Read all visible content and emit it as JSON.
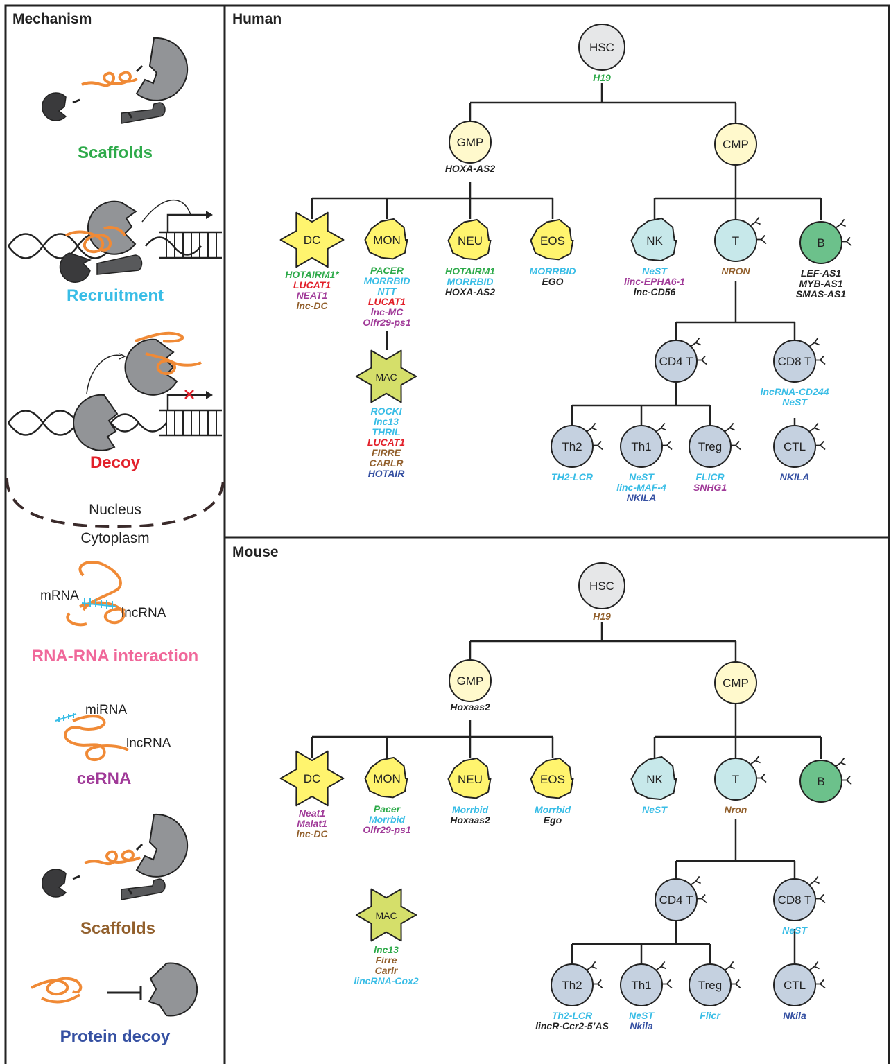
{
  "mechanism": {
    "title": "Mechanism",
    "items": [
      {
        "label": "Scaffolds",
        "color": "#2eaa4a"
      },
      {
        "label": "Recruitment",
        "color": "#39bde6"
      },
      {
        "label": "Decoy",
        "color": "#e2202a"
      },
      {
        "label": "RNA-RNA interaction",
        "color": "#f0689a"
      },
      {
        "label": "ceRNA",
        "color": "#a03a98"
      },
      {
        "label": "Scaffolds",
        "color": "#92602d"
      },
      {
        "label": "Protein decoy",
        "color": "#3550a2"
      }
    ],
    "nucleus": "Nucleus",
    "cytoplasm": "Cytoplasm",
    "mrna_label": "mRNA",
    "lncrna_label": "lncRNA",
    "mirna_label": "miRNA",
    "lncrna_label2": "lncRNA"
  },
  "colors": {
    "scaffolds": "#2eaa4a",
    "recruitment": "#39bde6",
    "decoy": "#e2202a",
    "rna_rna": "#f0689a",
    "cerna": "#a03a98",
    "scaffolds_cyto": "#92602d",
    "protein_decoy": "#3550a2",
    "black": "#222222",
    "orange_rna": "#f08a36"
  },
  "human": {
    "title": "Human",
    "cells": {
      "hsc": {
        "label": "HSC",
        "genes": [
          {
            "t": "H19",
            "c": "scaffolds"
          }
        ]
      },
      "gmp": {
        "label": "GMP",
        "genes": [
          {
            "t": "HOXA-AS2",
            "c": "black"
          }
        ]
      },
      "cmp": {
        "label": "CMP",
        "genes": []
      },
      "dc": {
        "label": "DC",
        "genes": [
          {
            "t": "HOTAIRM1*",
            "c": "scaffolds"
          },
          {
            "t": "LUCAT1",
            "c": "decoy"
          },
          {
            "t": "NEAT1",
            "c": "cerna"
          },
          {
            "t": "lnc-DC",
            "c": "scaffolds_cyto"
          }
        ]
      },
      "mon": {
        "label": "MON",
        "genes": [
          {
            "t": "PACER",
            "c": "scaffolds"
          },
          {
            "t": "MORRBID",
            "c": "recruitment"
          },
          {
            "t": "NTT",
            "c": "recruitment"
          },
          {
            "t": "LUCAT1",
            "c": "decoy"
          },
          {
            "t": "lnc-MC",
            "c": "cerna"
          },
          {
            "t": "Olfr29-ps1",
            "c": "cerna"
          }
        ]
      },
      "neu": {
        "label": "NEU",
        "genes": [
          {
            "t": "HOTAIRM1",
            "c": "scaffolds"
          },
          {
            "t": "MORRBID",
            "c": "recruitment"
          },
          {
            "t": "HOXA-AS2",
            "c": "black"
          }
        ]
      },
      "eos": {
        "label": "EOS",
        "genes": [
          {
            "t": "MORRBID",
            "c": "recruitment"
          },
          {
            "t": "EGO",
            "c": "black"
          }
        ]
      },
      "nk": {
        "label": "NK",
        "genes": [
          {
            "t": "NeST",
            "c": "recruitment"
          },
          {
            "t": "linc-EPHA6-1",
            "c": "cerna"
          },
          {
            "t": "lnc-CD56",
            "c": "black"
          }
        ]
      },
      "t": {
        "label": "T",
        "genes": [
          {
            "t": "NRON",
            "c": "scaffolds_cyto"
          }
        ]
      },
      "b": {
        "label": "B",
        "genes": [
          {
            "t": "LEF-AS1",
            "c": "black"
          },
          {
            "t": "MYB-AS1",
            "c": "black"
          },
          {
            "t": "SMAS-AS1",
            "c": "black"
          }
        ]
      },
      "mac": {
        "label": "MAC",
        "genes": [
          {
            "t": "ROCKI",
            "c": "recruitment"
          },
          {
            "t": "lnc13",
            "c": "recruitment"
          },
          {
            "t": "THRIL",
            "c": "recruitment"
          },
          {
            "t": "LUCAT1",
            "c": "decoy"
          },
          {
            "t": "FIRRE",
            "c": "scaffolds_cyto"
          },
          {
            "t": "CARLR",
            "c": "scaffolds_cyto"
          },
          {
            "t": "HOTAIR",
            "c": "protein_decoy"
          }
        ]
      },
      "cd4": {
        "label": "CD4 T",
        "genes": []
      },
      "cd8": {
        "label": "CD8 T",
        "genes": [
          {
            "t": "lncRNA-CD244",
            "c": "recruitment"
          },
          {
            "t": "NeST",
            "c": "recruitment"
          }
        ]
      },
      "th2": {
        "label": "Th2",
        "genes": [
          {
            "t": "TH2-LCR",
            "c": "recruitment"
          }
        ]
      },
      "th1": {
        "label": "Th1",
        "genes": [
          {
            "t": "NeST",
            "c": "recruitment"
          },
          {
            "t": "linc-MAF-4",
            "c": "recruitment"
          },
          {
            "t": "NKILA",
            "c": "protein_decoy"
          }
        ]
      },
      "treg": {
        "label": "Treg",
        "genes": [
          {
            "t": "FLICR",
            "c": "recruitment"
          },
          {
            "t": "SNHG1",
            "c": "cerna"
          }
        ]
      },
      "ctl": {
        "label": "CTL",
        "genes": [
          {
            "t": "NKILA",
            "c": "protein_decoy"
          }
        ]
      }
    }
  },
  "mouse": {
    "title": "Mouse",
    "cells": {
      "hsc": {
        "label": "HSC",
        "genes": [
          {
            "t": "H19",
            "c": "scaffolds_cyto"
          }
        ]
      },
      "gmp": {
        "label": "GMP",
        "genes": [
          {
            "t": "Hoxaas2",
            "c": "black"
          }
        ]
      },
      "cmp": {
        "label": "CMP",
        "genes": []
      },
      "dc": {
        "label": "DC",
        "genes": [
          {
            "t": "Neat1",
            "c": "cerna"
          },
          {
            "t": "Malat1",
            "c": "cerna"
          },
          {
            "t": "lnc-DC",
            "c": "scaffolds_cyto"
          }
        ]
      },
      "mon": {
        "label": "MON",
        "genes": [
          {
            "t": "Pacer",
            "c": "scaffolds"
          },
          {
            "t": "Morrbid",
            "c": "recruitment"
          },
          {
            "t": "Olfr29-ps1",
            "c": "cerna"
          }
        ]
      },
      "neu": {
        "label": "NEU",
        "genes": [
          {
            "t": "Morrbid",
            "c": "recruitment"
          },
          {
            "t": "Hoxaas2",
            "c": "black"
          }
        ]
      },
      "eos": {
        "label": "EOS",
        "genes": [
          {
            "t": "Morrbid",
            "c": "recruitment"
          },
          {
            "t": "Ego",
            "c": "black"
          }
        ]
      },
      "nk": {
        "label": "NK",
        "genes": [
          {
            "t": "NeST",
            "c": "recruitment"
          }
        ]
      },
      "t": {
        "label": "T",
        "genes": [
          {
            "t": "Nron",
            "c": "scaffolds_cyto"
          }
        ]
      },
      "b": {
        "label": "B",
        "genes": []
      },
      "mac": {
        "label": "MAC",
        "genes": [
          {
            "t": "lnc13",
            "c": "scaffolds"
          },
          {
            "t": "Firre",
            "c": "scaffolds_cyto"
          },
          {
            "t": "Carlr",
            "c": "scaffolds_cyto"
          },
          {
            "t": "lincRNA-Cox2",
            "c": "recruitment"
          }
        ]
      },
      "cd4": {
        "label": "CD4 T",
        "genes": []
      },
      "cd8": {
        "label": "CD8 T",
        "genes": [
          {
            "t": "NeST",
            "c": "recruitment"
          }
        ]
      },
      "th2": {
        "label": "Th2",
        "genes": [
          {
            "t": "Th2-LCR",
            "c": "recruitment"
          },
          {
            "t": "lincR-Ccr2-5’AS",
            "c": "black"
          }
        ]
      },
      "th1": {
        "label": "Th1",
        "genes": [
          {
            "t": "NeST",
            "c": "recruitment"
          },
          {
            "t": "Nkila",
            "c": "protein_decoy"
          }
        ]
      },
      "treg": {
        "label": "Treg",
        "genes": [
          {
            "t": "Flicr",
            "c": "recruitment"
          }
        ]
      },
      "ctl": {
        "label": "CTL",
        "genes": [
          {
            "t": "Nkila",
            "c": "protein_decoy"
          }
        ]
      }
    }
  }
}
